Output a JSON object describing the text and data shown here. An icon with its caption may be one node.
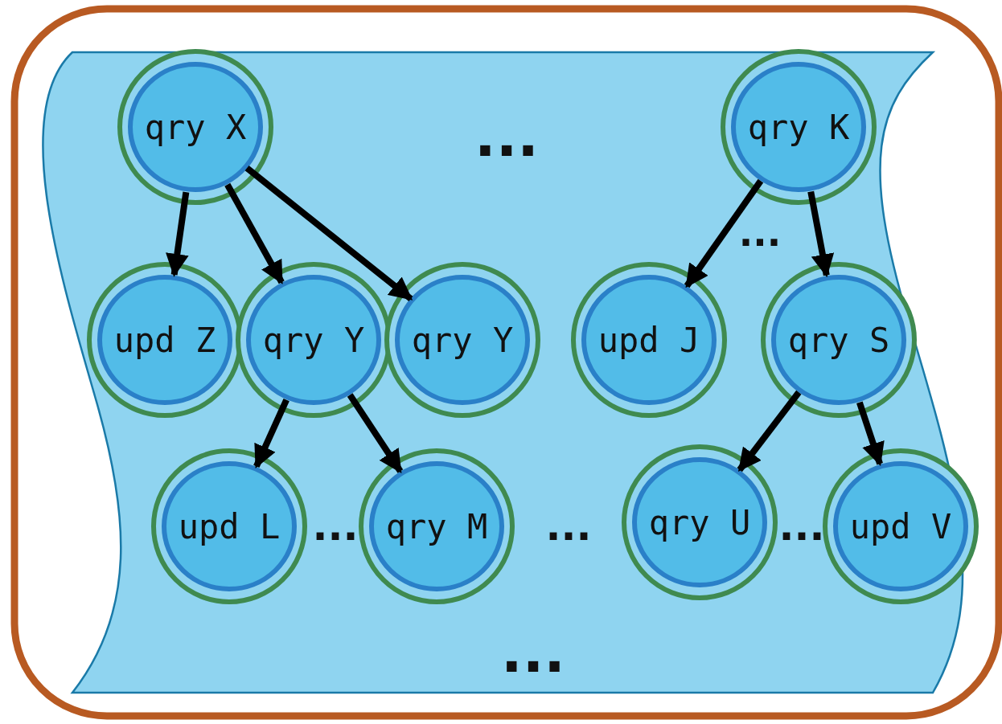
{
  "diagram": {
    "nodes": [
      {
        "text": [
          "qry X"
        ]
      },
      {
        "text": [
          "qry K"
        ]
      },
      {
        "text": [
          "upd Z"
        ]
      },
      {
        "text": [
          "qry Y"
        ]
      },
      {
        "text": [
          "qry Y"
        ]
      },
      {
        "text": [
          "upd J"
        ]
      },
      {
        "text": [
          "qry S"
        ]
      },
      {
        "text": [
          "upd L"
        ]
      },
      {
        "text": [
          "qry M"
        ]
      },
      {
        "text": [
          "qry U"
        ]
      },
      {
        "text": [
          "upd V"
        ]
      }
    ],
    "edges": [
      {
        "from": 0,
        "to": 2,
        "arrow": "to"
      },
      {
        "from": 0,
        "to": 3,
        "arrow": "to"
      },
      {
        "from": 0,
        "to": 4,
        "arrow": "to"
      },
      {
        "from": 1,
        "to": 5,
        "arrow": "to"
      },
      {
        "from": 1,
        "to": 6,
        "arrow": "to"
      },
      {
        "from": 3,
        "to": 7,
        "arrow": "to"
      },
      {
        "from": 3,
        "to": 8,
        "arrow": "to"
      },
      {
        "from": 6,
        "to": 9,
        "arrow": "to"
      },
      {
        "from": 6,
        "to": 10,
        "arrow": "to"
      }
    ],
    "labels": [
      "...",
      "...",
      "...",
      "...",
      "...",
      "..."
    ]
  }
}
